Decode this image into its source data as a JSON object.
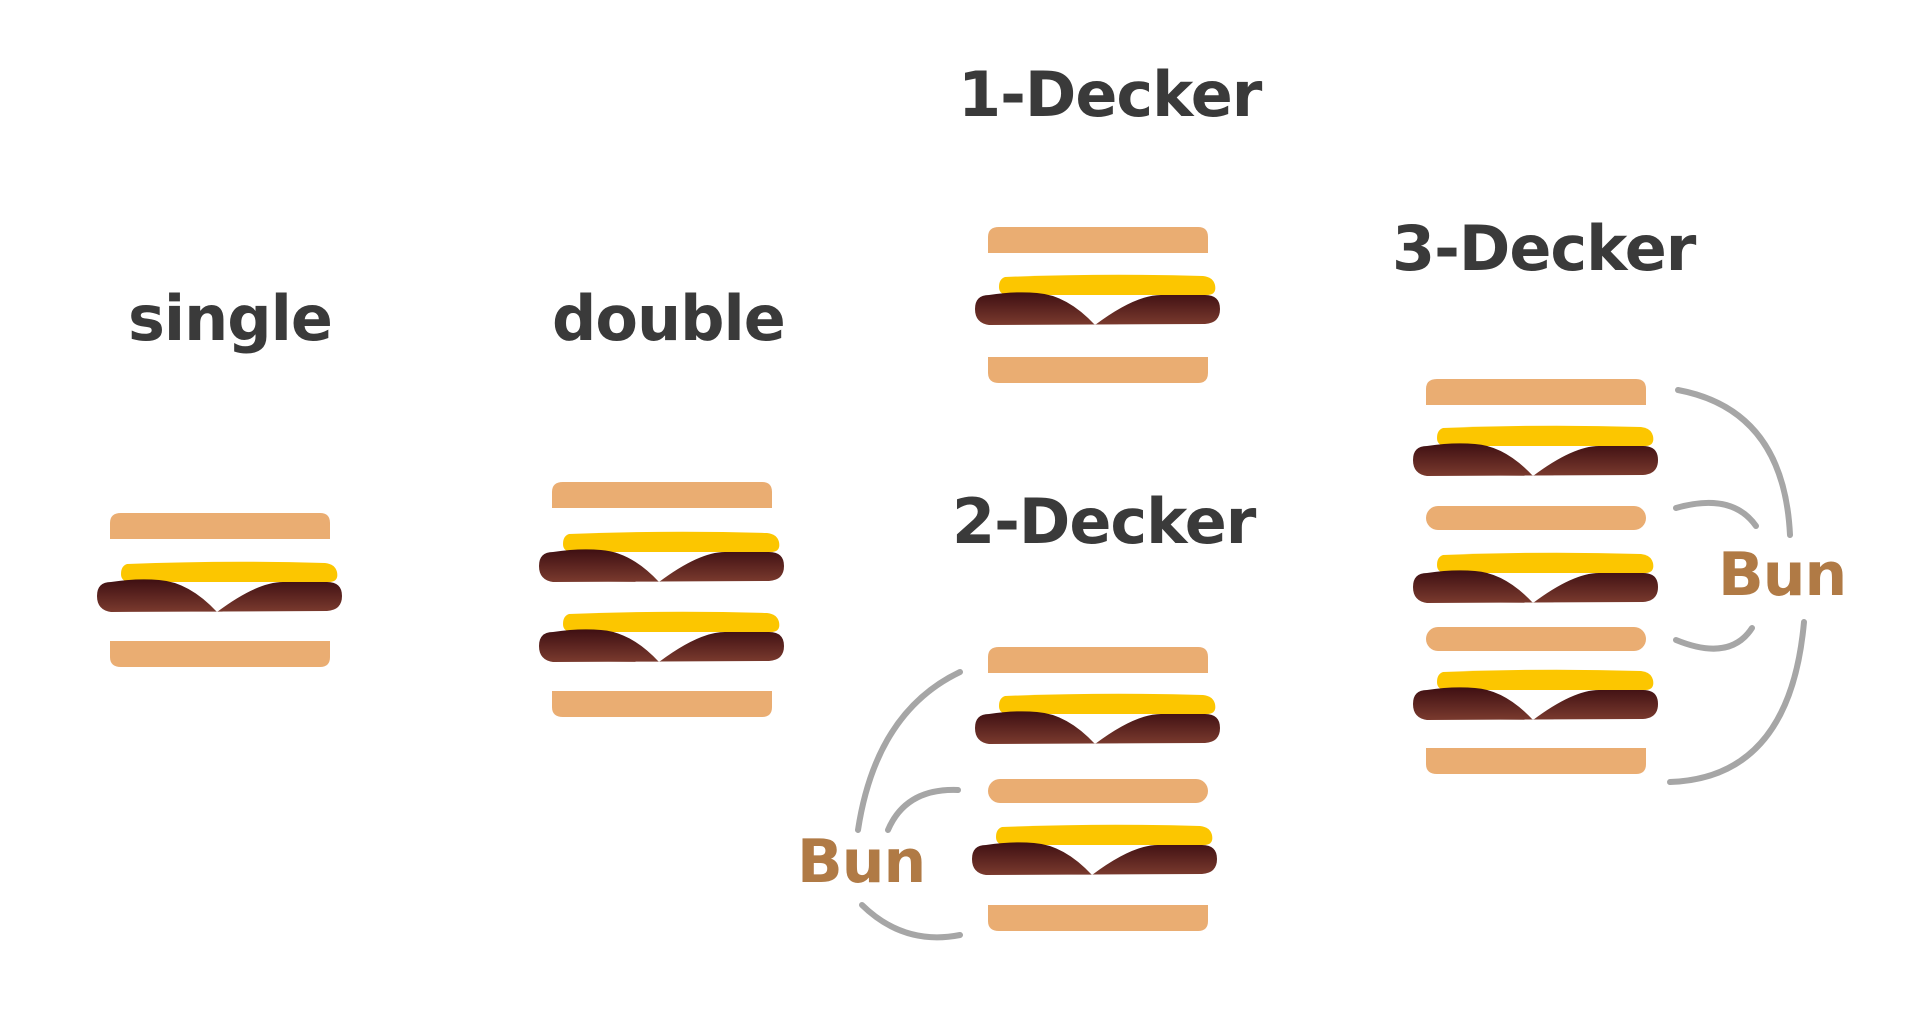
{
  "labels": {
    "single": "single",
    "double": "double",
    "one_decker": "1-Decker",
    "two_decker": "2-Decker",
    "three_decker": "3-Decker",
    "bun_left": "Bun",
    "bun_right": "Bun"
  },
  "colors": {
    "bun": "#eaad72",
    "cheese": "#fcc600",
    "patty": "#5a1e1e",
    "arrow": "#a6a6a6",
    "bun_text": "#b07a45",
    "text": "#3a3a3a"
  }
}
